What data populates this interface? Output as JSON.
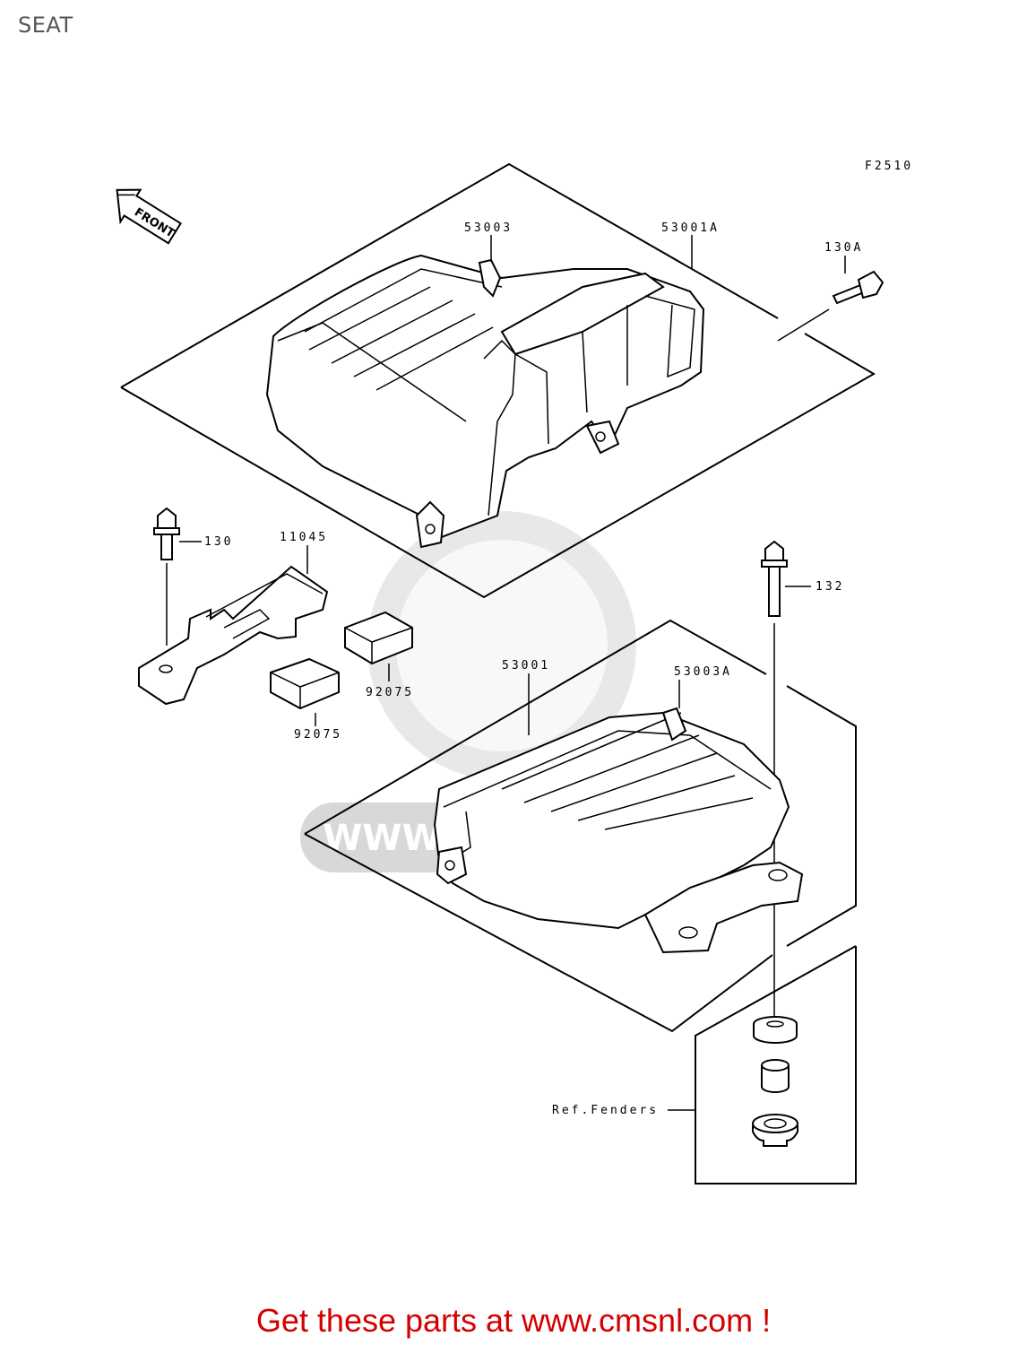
{
  "page": {
    "title": "SEAT"
  },
  "figure": {
    "ref_code": "F2510",
    "front_label": "FRONT",
    "watermark": "WWW.CMSNL.COM",
    "callouts": {
      "c53003": "53003",
      "c53001A": "53001A",
      "c130A": "130A",
      "c130": "130",
      "c11045": "11045",
      "c132": "132",
      "c53001": "53001",
      "c53003A": "53003A",
      "c92075a": "92075",
      "c92075b": "92075",
      "ref_fenders": "Ref.Fenders"
    }
  },
  "footer": {
    "cta": "Get these parts at www.cmsnl.com !"
  },
  "colors": {
    "cta": "#d40000",
    "title": "#555555",
    "watermark": "#d8d8d8"
  }
}
